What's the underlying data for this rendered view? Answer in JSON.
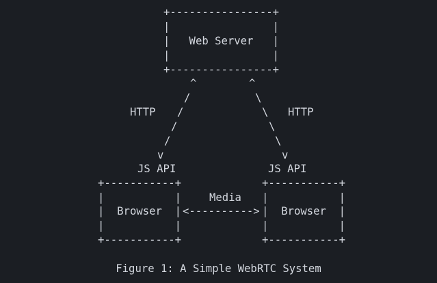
{
  "diagram": {
    "web_server": {
      "top": "+----------------+",
      "side": "|                |",
      "label_line": "|   Web Server   |",
      "bottom": "+----------------+"
    },
    "left_link": {
      "arrow_up": "^",
      "slash": "/",
      "label": "HTTP",
      "arrow_down": "v"
    },
    "right_link": {
      "arrow_up": "^",
      "backslash": "\\",
      "label": "HTTP",
      "arrow_down": "v"
    },
    "left_api": "JS API",
    "right_api": "JS API",
    "left_browser": {
      "top": "+-----------+",
      "side": "|           |",
      "label_line": "|  Browser  |",
      "bottom": "+-----------+"
    },
    "right_browser": {
      "top": "+-----------+",
      "side": "|           |",
      "label_line": "|  Browser  |",
      "bottom": "+-----------+"
    },
    "media_link": {
      "label": "Media",
      "arrow": "<---------->"
    }
  },
  "caption": "Figure 1: A Simple WebRTC System"
}
